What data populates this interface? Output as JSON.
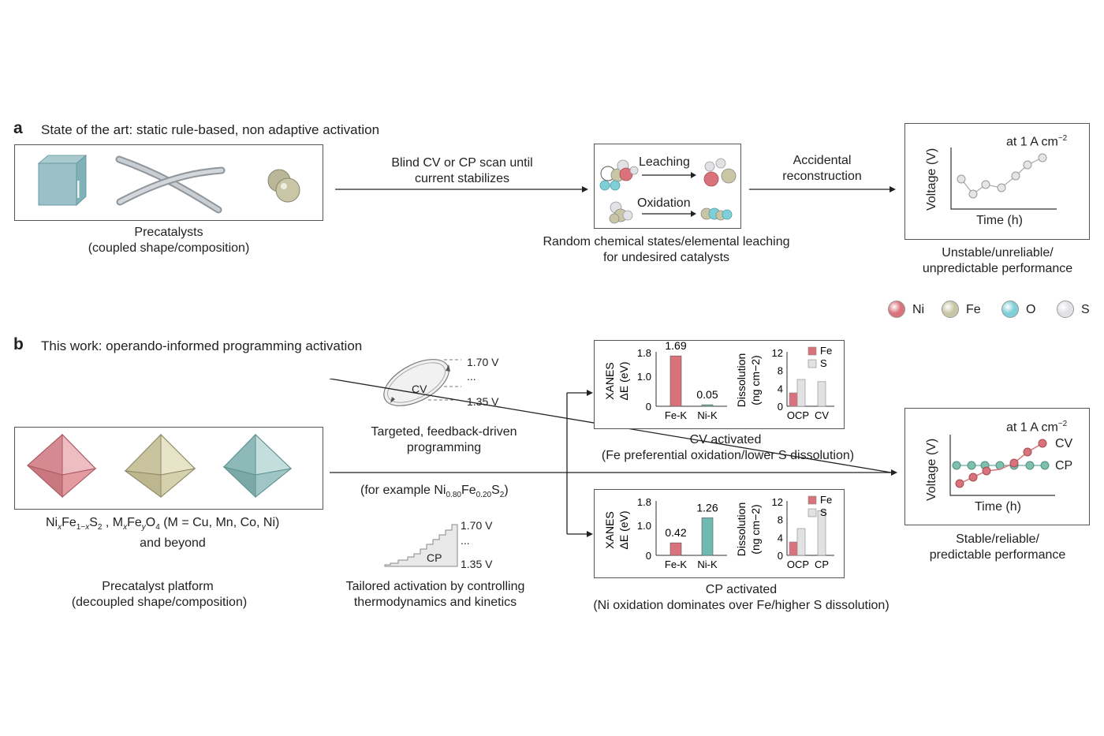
{
  "panel_a": {
    "letter": "a",
    "title": "State of the art: static rule-based, non adaptive activation",
    "precatalyst_caption": [
      "Precatalysts",
      "(coupled shape/composition)"
    ],
    "arrow1_label": [
      "Blind CV or CP scan until",
      "current stabilizes"
    ],
    "leaching_label": "Leaching",
    "oxidation_label": "Oxidation",
    "middle_caption": [
      "Random chemical states/elemental leaching",
      "for undesired catalysts"
    ],
    "arrow2_label": [
      "Accidental",
      "reconstruction"
    ],
    "plot": {
      "current_label": "at 1 A cm",
      "current_sup": "−2",
      "ylabel": "Voltage (V)",
      "xlabel": "Time (h)"
    },
    "result_caption": [
      "Unstable/unreliable/",
      "unpredictable performance"
    ]
  },
  "legend": [
    {
      "label": "Ni",
      "color": "#d9727a"
    },
    {
      "label": "Fe",
      "color": "#c9c6a6"
    },
    {
      "label": "O",
      "color": "#7fcfd8"
    },
    {
      "label": "S",
      "color": "#e2e2e6"
    }
  ],
  "panel_b": {
    "letter": "b",
    "title": "This work: operando-informed programming activation",
    "formula_line1": "Ni",
    "formula_line2": "and beyond",
    "platform_caption": [
      "Precatalyst platform",
      "(decoupled shape/composition)"
    ],
    "cv_label": "CV",
    "cp_label": "CP",
    "v_high": "1.70 V",
    "v_low": "1.35 V",
    "ellipsis": "...",
    "targeted_caption": [
      "Targeted, feedback-driven",
      "programming"
    ],
    "example_text": "(for example Ni",
    "tailored_caption": [
      "Tailored activation by controlling",
      "thermodynamics and kinetics"
    ],
    "cv_activated": [
      "CV activated",
      "(Fe preferential oxidation/lower S dissolution)"
    ],
    "cp_activated": [
      "CP activated",
      "(Ni oxidation dominates over Fe/higher S dissolution)"
    ],
    "plot": {
      "current_label": "at 1 A cm",
      "current_sup": "−2",
      "ylabel": "Voltage (V)",
      "xlabel": "Time (h)",
      "series_cv": "CV",
      "series_cp": "CP"
    },
    "result_caption": [
      "Stable/reliable/",
      "predictable performance"
    ]
  },
  "chart_data": [
    {
      "type": "bar",
      "panel": "CV activated - XANES",
      "ylabel": "XANES ΔE (eV)",
      "categories": [
        "Fe-K",
        "Ni-K"
      ],
      "values": [
        1.69,
        0.05
      ],
      "yticks": [
        "0",
        "1.0",
        "1.8"
      ],
      "ylim": [
        0,
        1.8
      ],
      "colors": [
        "#d9727a",
        "#6fb9b0"
      ]
    },
    {
      "type": "bar",
      "panel": "CV activated - Dissolution",
      "ylabel": "Dissolution (ng cm−2)",
      "categories": [
        "OCP",
        "CV"
      ],
      "series": [
        {
          "name": "Fe",
          "values": [
            3,
            0
          ],
          "color": "#d9727a"
        },
        {
          "name": "S",
          "values": [
            6,
            5.5
          ],
          "color": "#e2e2e2"
        }
      ],
      "yticks": [
        "0",
        "4",
        "8",
        "12"
      ],
      "ylim": [
        0,
        12
      ]
    },
    {
      "type": "bar",
      "panel": "CP activated - XANES",
      "ylabel": "XANES ΔE (eV)",
      "categories": [
        "Fe-K",
        "Ni-K"
      ],
      "values": [
        0.42,
        1.26
      ],
      "yticks": [
        "0",
        "1.0",
        "1.8"
      ],
      "ylim": [
        0,
        1.8
      ],
      "colors": [
        "#d9727a",
        "#6fb9b0"
      ]
    },
    {
      "type": "bar",
      "panel": "CP activated - Dissolution",
      "ylabel": "Dissolution (ng cm−2)",
      "categories": [
        "OCP",
        "CP"
      ],
      "series": [
        {
          "name": "Fe",
          "values": [
            3,
            0
          ],
          "color": "#d9727a"
        },
        {
          "name": "S",
          "values": [
            6,
            10
          ],
          "color": "#e2e2e2"
        }
      ],
      "yticks": [
        "0",
        "4",
        "8",
        "12"
      ],
      "ylim": [
        0,
        12
      ]
    }
  ]
}
